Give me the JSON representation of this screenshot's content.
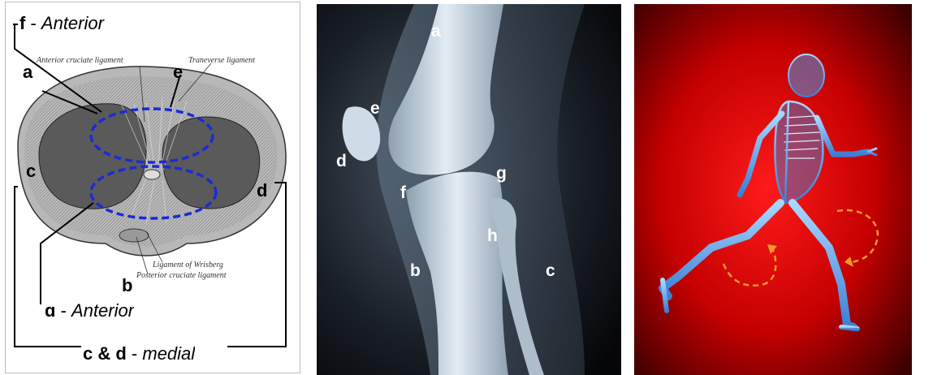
{
  "meniscus_panel": {
    "labels": {
      "f_letter": "f",
      "f_text": "Anterior",
      "a": "a",
      "e": "e",
      "c": "c",
      "d": "d",
      "b": "b",
      "g_letter": "g",
      "g_text": "Anterior",
      "cd_letters": "c & d",
      "cd_text": "medial",
      "dash": "-"
    },
    "engraving_labels": {
      "anterior_cruciate": "Anterior cruciate ligament",
      "transverse": "Traneverse ligament",
      "wrisberg": "Ligament of Wrisberg",
      "posterior_cruciate": "Posterior cruciate ligament"
    },
    "ellipse_color": "#1a2bd6"
  },
  "xray_panel": {
    "labels": {
      "a": "a",
      "e": "e",
      "d": "d",
      "g": "g",
      "f": "f",
      "h": "h",
      "b": "b",
      "c": "c"
    }
  },
  "runner_panel": {
    "arrow_color": "#f09a2a",
    "background_color": "#c80000",
    "skeleton_color": "#7fc4ff"
  }
}
